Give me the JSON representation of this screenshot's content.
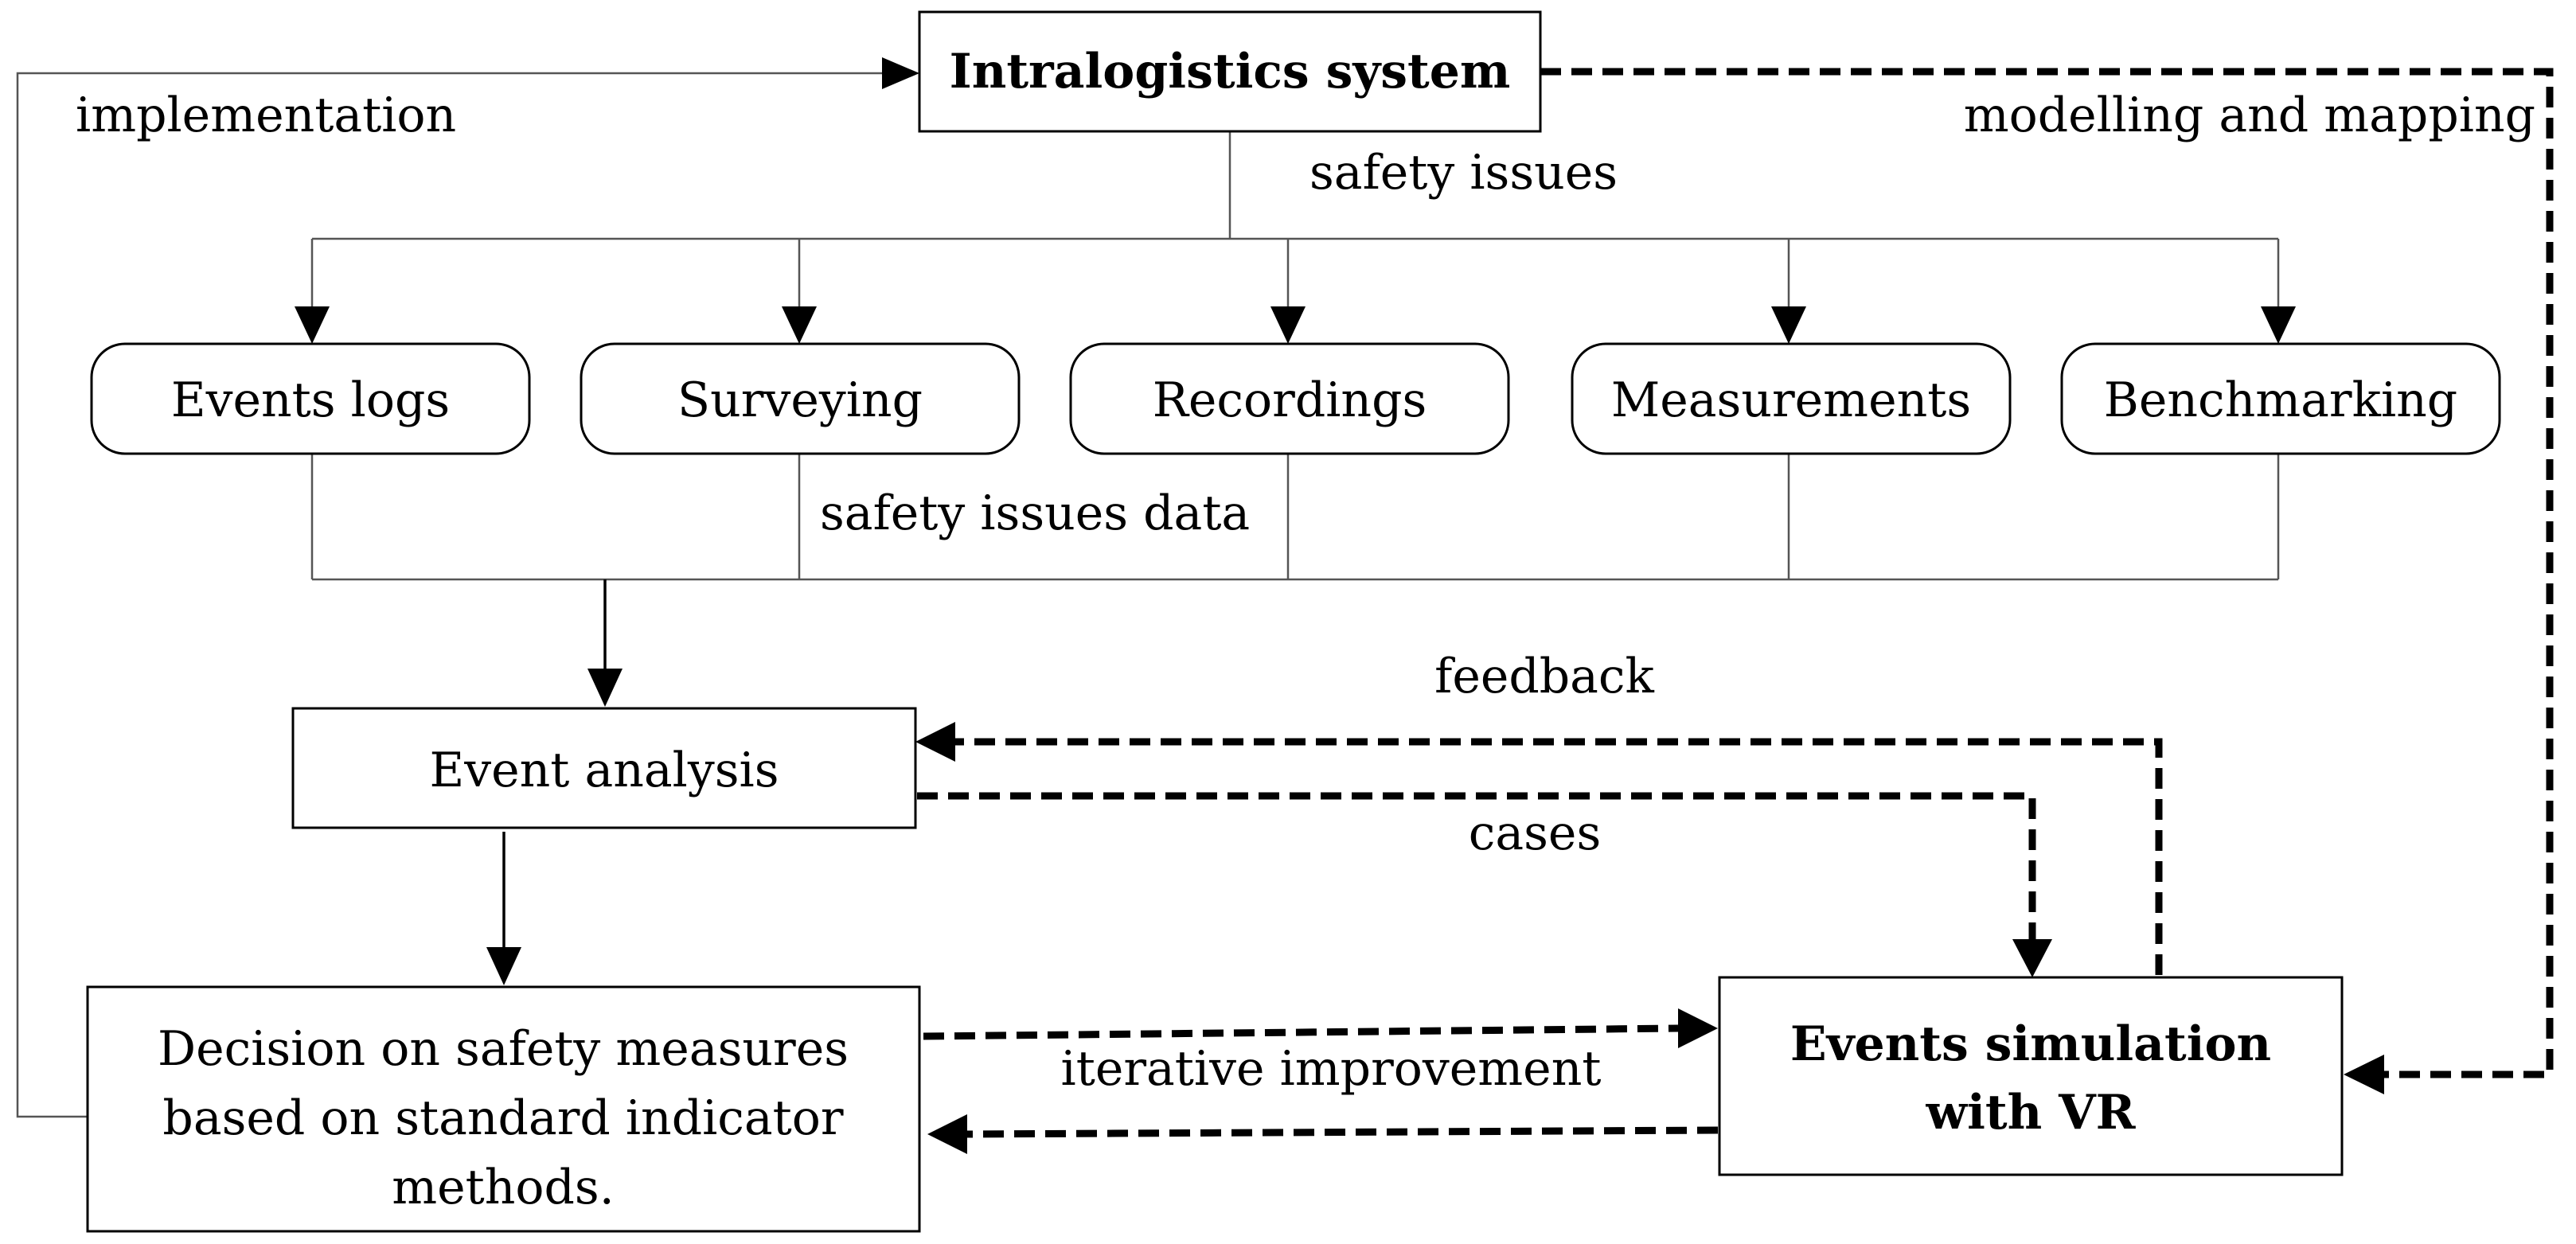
{
  "nodes": {
    "intralogistics": "Intralogistics system",
    "events_logs": "Events logs",
    "surveying": "Surveying",
    "recordings": "Recordings",
    "measurements": "Measurements",
    "benchmarking": "Benchmarking",
    "event_analysis": "Event analysis",
    "decision": [
      "Decision on safety measures",
      "based on standard indicator",
      "methods."
    ],
    "simulation": [
      "Events simulation",
      "with VR"
    ]
  },
  "edges": {
    "implementation": "implementation",
    "modelling": "modelling and mapping",
    "safety_issues": "safety issues",
    "safety_issues_data": "safety issues data",
    "feedback": "feedback",
    "cases": "cases",
    "iterative": "iterative improvement"
  },
  "colors": {
    "line": "#000000",
    "thin_line": "#555555",
    "background": "#ffffff"
  }
}
